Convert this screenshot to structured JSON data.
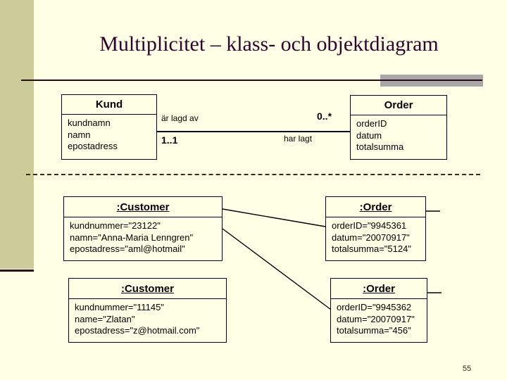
{
  "slide": {
    "title": "Multiplicitet – klass- och objektdiagram",
    "page_number": "55",
    "accent_sidebar_color": "#CCCC99",
    "background_color": "#FFFFE6",
    "title_color": "#33002B",
    "rule_color": "#2B0B12",
    "gray_block_color": "#A8A8A8"
  },
  "class_diagram": {
    "classes": [
      {
        "name": "Kund",
        "attributes": [
          "kundnamn",
          "namn",
          "epostadress"
        ]
      },
      {
        "name": "Order",
        "attributes": [
          "orderID",
          "datum",
          "totalsumma"
        ]
      }
    ],
    "association": {
      "label_top": "är lagd av",
      "label_bottom": "har lagt",
      "multiplicity_left": "1..1",
      "multiplicity_right": "0..*"
    }
  },
  "object_diagram": {
    "objects": [
      {
        "name": ":Customer",
        "slots": [
          "kundnummer=\"23122\"",
          "namn=\"Anna-Maria Lenngren\"",
          "epostadress=\"aml@hotmail\""
        ]
      },
      {
        "name": ":Order",
        "slots": [
          "orderID=\"9945361",
          "datum=\"20070917\"",
          "totalsumma=\"5124\""
        ]
      },
      {
        "name": ":Customer",
        "slots": [
          "kundnummer=\"11145\"",
          "name=\"Zlatan\"",
          "epostadress=\"z@hotmail.com\""
        ]
      },
      {
        "name": ":Order",
        "slots": [
          "orderID=\"9945362",
          "datum=\"20070917\"",
          "totalsumma=\"456\""
        ]
      }
    ]
  }
}
